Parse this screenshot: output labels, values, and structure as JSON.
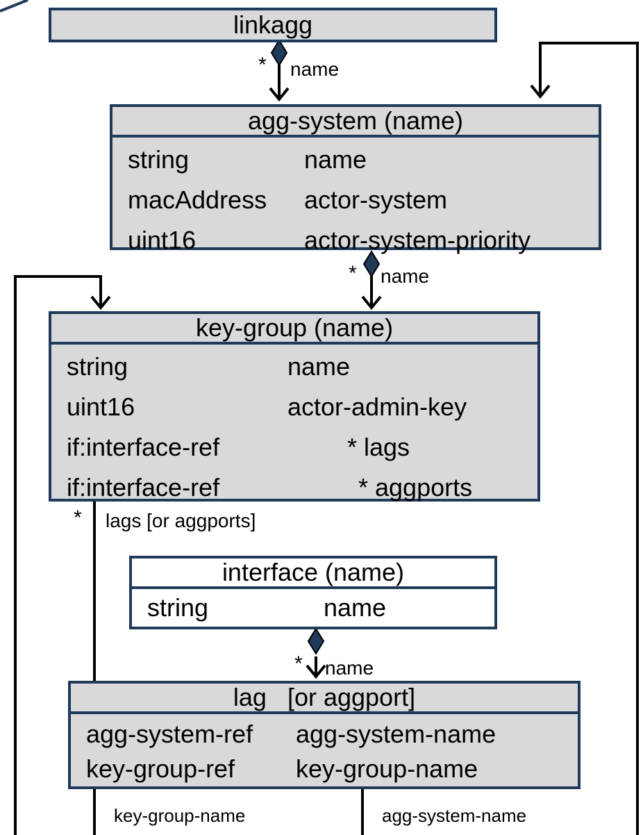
{
  "linkagg": {
    "title": "linkagg"
  },
  "agg_system": {
    "title": "agg-system (name)",
    "rows": [
      {
        "type": "string",
        "name": "name"
      },
      {
        "type": "macAddress",
        "name": "actor-system"
      },
      {
        "type": "uint16",
        "name": "actor-system-priority"
      }
    ]
  },
  "key_group": {
    "title": "key-group (name)",
    "rows": [
      {
        "type": "string",
        "name": "name"
      },
      {
        "type": "uint16",
        "name": "actor-admin-key"
      },
      {
        "type": "if:interface-ref",
        "name": "* lags"
      },
      {
        "type": "if:interface-ref",
        "name": "* aggports"
      }
    ]
  },
  "interface": {
    "title": "interface (name)",
    "rows": [
      {
        "type": "string",
        "name": "name"
      }
    ]
  },
  "lag": {
    "title": "lag   [or aggport]",
    "rows": [
      {
        "type": "agg-system-ref",
        "name": "agg-system-name"
      },
      {
        "type": "key-group-ref",
        "name": "key-group-name"
      }
    ]
  },
  "edges": {
    "linkagg_to_agg_system": {
      "multiplicity": "*",
      "label": "name"
    },
    "agg_system_to_key_group": {
      "multiplicity": "*",
      "label": "name"
    },
    "key_group_to_lag": {
      "multiplicity": "*",
      "label": "lags [or aggports]"
    },
    "interface_to_lag": {
      "multiplicity": "*",
      "label": "name"
    },
    "lag_key_group_ref": {
      "label": "key-group-name"
    },
    "lag_agg_system_ref": {
      "label": "agg-system-name"
    }
  }
}
